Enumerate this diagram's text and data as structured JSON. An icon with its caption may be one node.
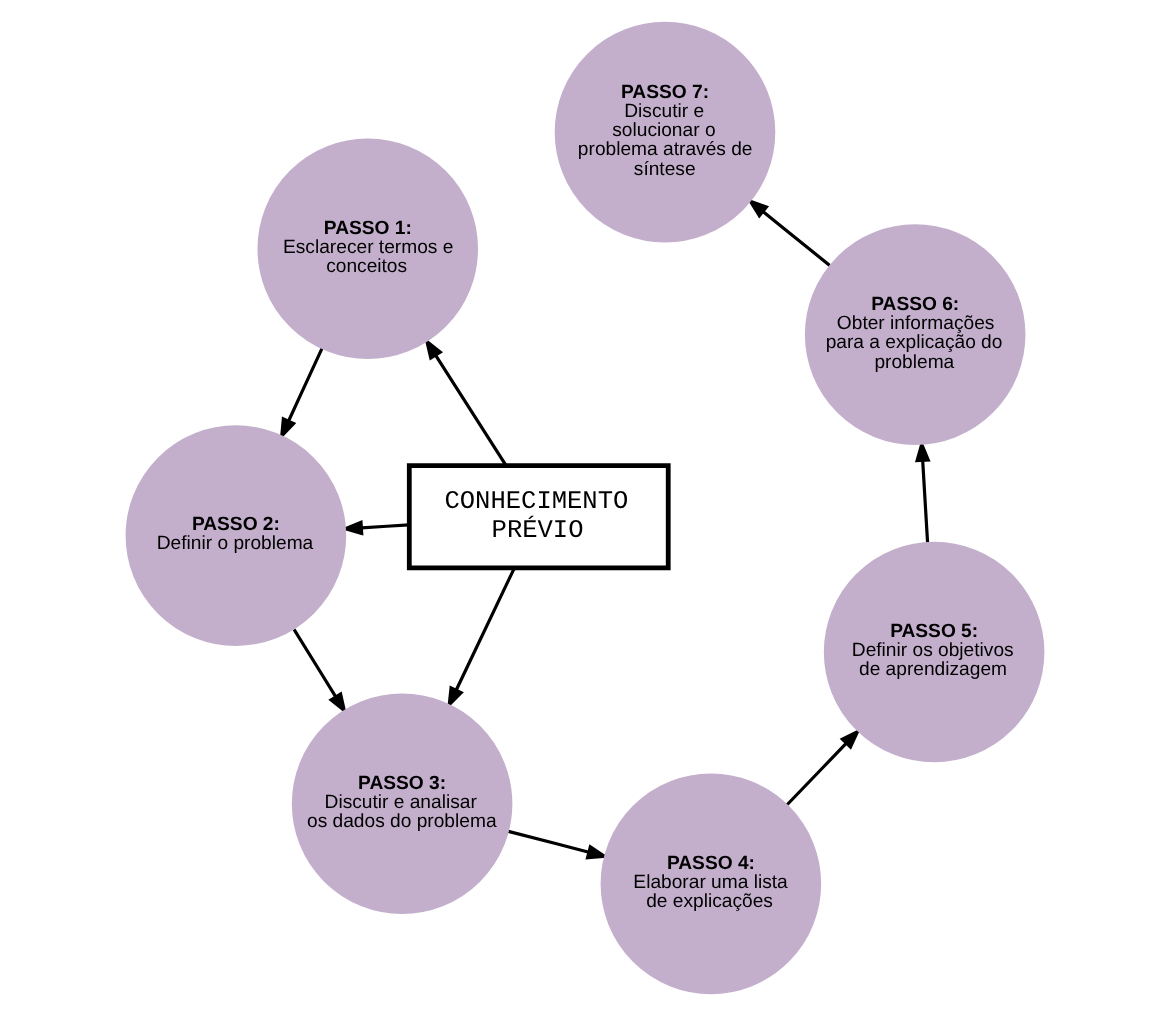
{
  "diagram": {
    "nodes": [
      {
        "text": [
          "PASSO 1:",
          "Esclarecer termos e conceitos"
        ]
      },
      {
        "text": [
          "PASSO 7:",
          "Discutir e solucionar o problema através de síntese"
        ]
      },
      {
        "text": [
          "PASSO 2:",
          "Definir o problema"
        ]
      },
      {
        "text": [
          "CONHECIMENTO PRÉVIO"
        ]
      },
      {
        "text": [
          "PASSO 6:",
          "Obter informações para a explicação do problema"
        ]
      },
      {
        "text": [
          "PASSO 3:",
          "Discutir e analisar os dados do problema"
        ]
      },
      {
        "text": [
          "PASSO 5:",
          "Definir os objetivos de aprendizagem"
        ]
      },
      {
        "text": [
          "PASSO 4:",
          "Elaborar uma lista de explicações"
        ]
      }
    ],
    "edges": [
      {
        "from": 0,
        "to": 2,
        "arrow": "to"
      },
      {
        "from": 2,
        "to": 5,
        "arrow": "to"
      },
      {
        "from": 5,
        "to": 7,
        "arrow": "to"
      },
      {
        "from": 7,
        "to": 6,
        "arrow": "to"
      },
      {
        "from": 6,
        "to": 4,
        "arrow": "to"
      },
      {
        "from": 4,
        "to": 1,
        "arrow": "to"
      },
      {
        "from": 3,
        "to": 0,
        "arrow": "to"
      },
      {
        "from": 3,
        "to": 2,
        "arrow": "to"
      },
      {
        "from": 3,
        "to": 5,
        "arrow": "to"
      }
    ]
  }
}
